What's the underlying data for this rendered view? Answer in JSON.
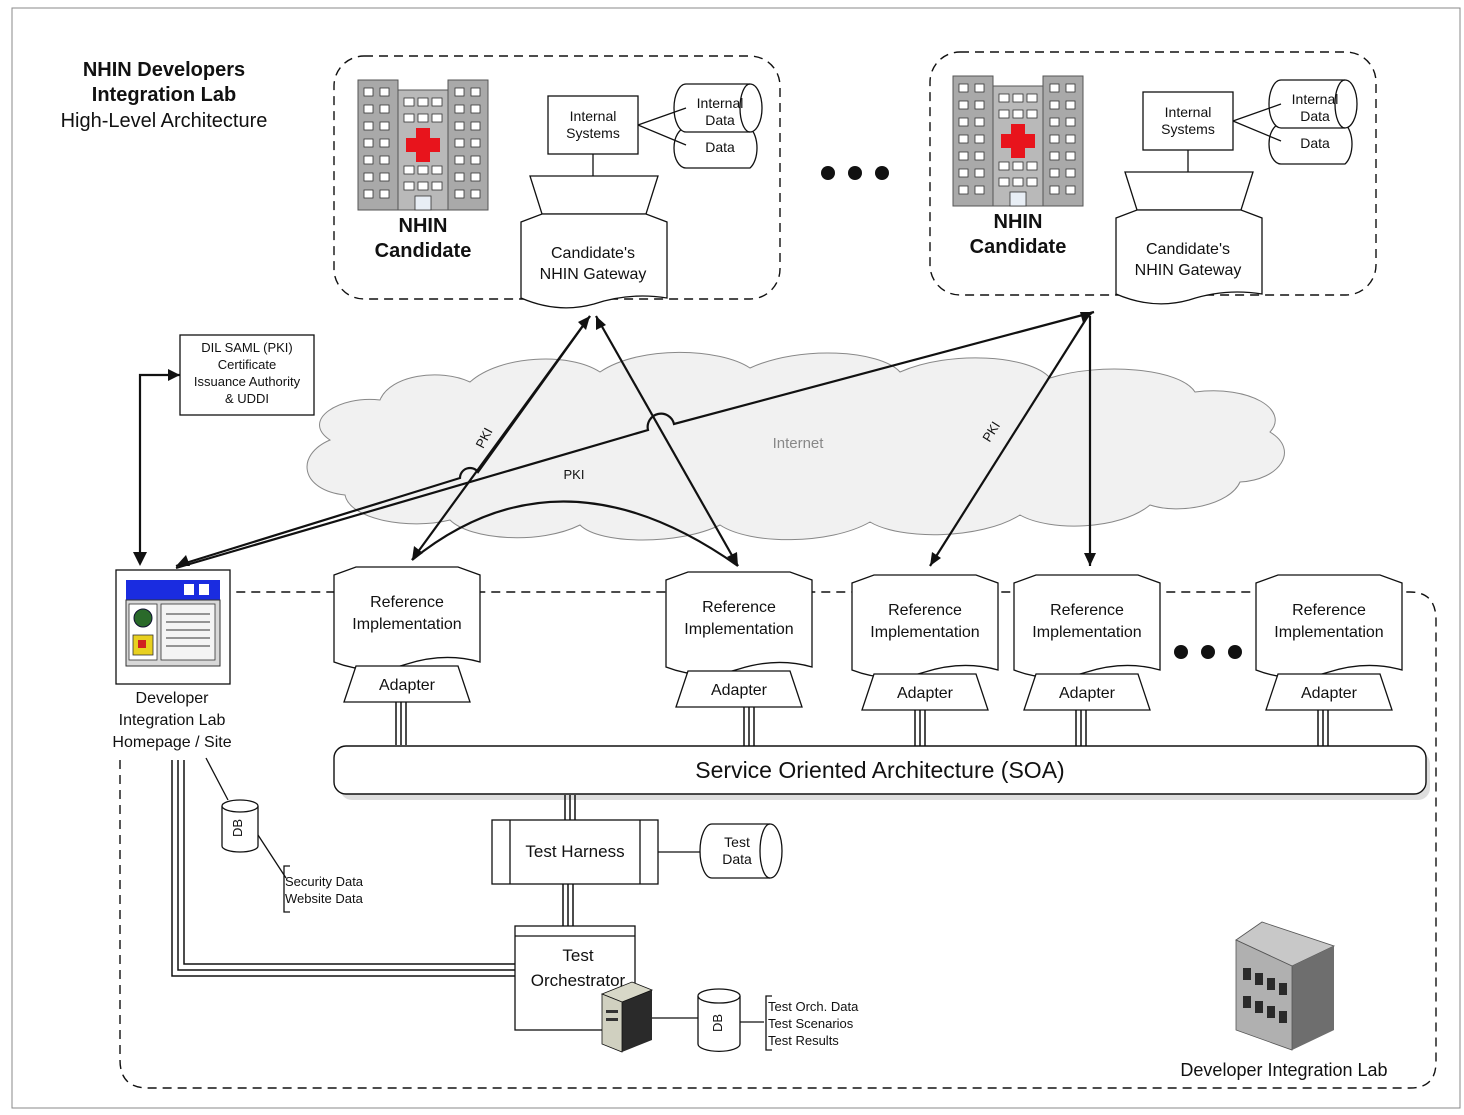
{
  "title": {
    "line1": "NHIN Developers",
    "line2": "Integration Lab",
    "line3": "High-Level Architecture"
  },
  "candidates": [
    {
      "label_line1": "NHIN",
      "label_line2": "Candidate",
      "internal_systems_line1": "Internal",
      "internal_systems_line2": "Systems",
      "internal_data_line1": "Internal",
      "internal_data_line2": "Data",
      "data": "Data",
      "gateway_line1": "Candidate's",
      "gateway_line2": "NHIN Gateway"
    },
    {
      "label_line1": "NHIN",
      "label_line2": "Candidate",
      "internal_systems_line1": "Internal",
      "internal_systems_line2": "Systems",
      "internal_data_line1": "Internal",
      "internal_data_line2": "Data",
      "data": "Data",
      "gateway_line1": "Candidate's",
      "gateway_line2": "NHIN Gateway"
    }
  ],
  "ca_box": {
    "line1": "DIL SAML (PKI)",
    "line2": "Certificate",
    "line3": "Issuance Authority",
    "line4": "& UDDI"
  },
  "internet_label": "Internet",
  "pki_labels": [
    "PKI",
    "PKI",
    "PKI"
  ],
  "dil_site": {
    "line1": "Developer",
    "line2": "Integration Lab",
    "line3": "Homepage / Site"
  },
  "site_db": {
    "db": "DB",
    "note_line1": "Security Data",
    "note_line2": "Website Data"
  },
  "reference_implementations": [
    {
      "line1": "Reference",
      "line2": "Implementation",
      "adapter": "Adapter"
    },
    {
      "line1": "Reference",
      "line2": "Implementation",
      "adapter": "Adapter"
    },
    {
      "line1": "Reference",
      "line2": "Implementation",
      "adapter": "Adapter"
    },
    {
      "line1": "Reference",
      "line2": "Implementation",
      "adapter": "Adapter"
    },
    {
      "line1": "Reference",
      "line2": "Implementation",
      "adapter": "Adapter"
    }
  ],
  "soa_label": "Service Oriented Architecture (SOA)",
  "test_harness": "Test Harness",
  "test_data": {
    "line1": "Test",
    "line2": "Data"
  },
  "test_orchestrator": {
    "line1": "Test",
    "line2": "Orchestrator"
  },
  "orch_db": {
    "db": "DB",
    "note_line1": "Test Orch. Data",
    "note_line2": "Test Scenarios",
    "note_line3": "Test Results"
  },
  "lab_label": "Developer Integration Lab",
  "colors": {
    "red_cross": "#e8141c",
    "building": "#a9a9a9",
    "cloud": "#f1f1f1",
    "browser_blue": "#1a2ce0"
  }
}
